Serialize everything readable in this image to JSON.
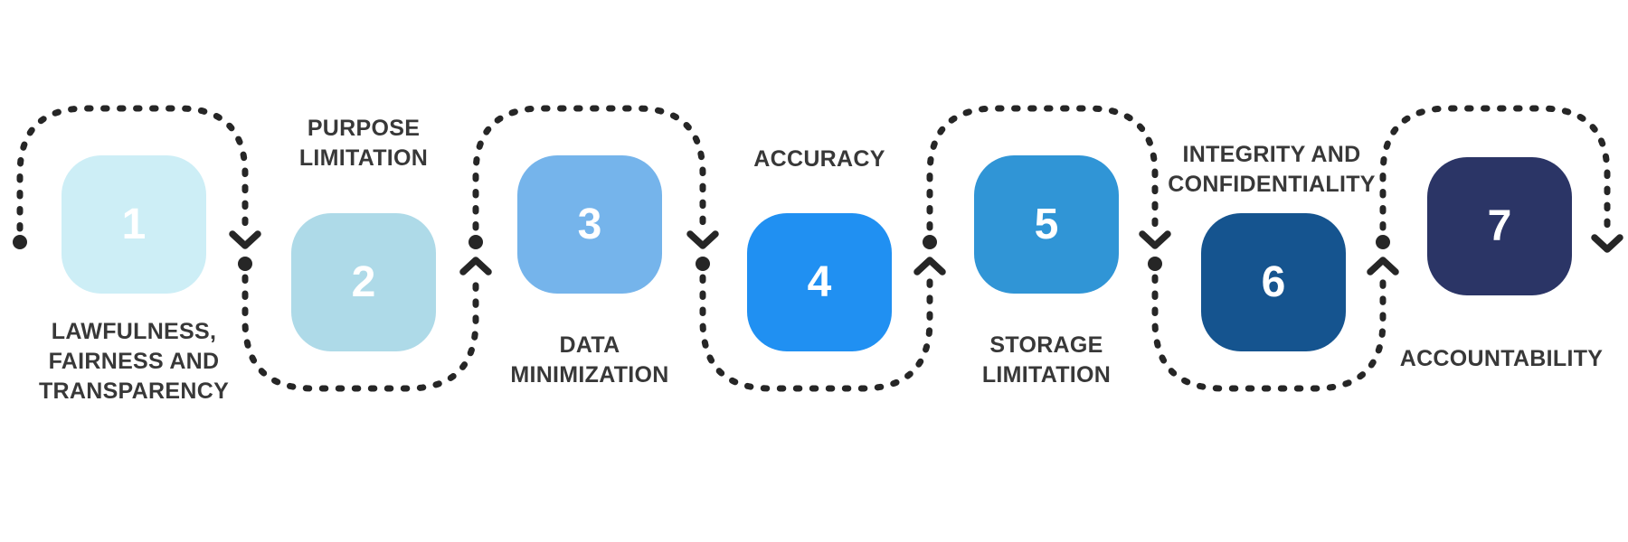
{
  "diagram": {
    "title": "Seven numbered principles flow",
    "path_color": "#262626",
    "label_color": "#383838",
    "number_color": "#ffffff",
    "steps": [
      {
        "number": "1",
        "color": "#cdeef6",
        "label": "LAWFULNESS, FAIRNESS AND TRANSPARENCY",
        "label_position": "below",
        "label_lines": [
          "LAWFULNESS,",
          "FAIRNESS AND",
          "TRANSPARENCY"
        ]
      },
      {
        "number": "2",
        "color": "#aedae8",
        "label": "PURPOSE LIMITATION",
        "label_position": "above",
        "label_lines": [
          "PURPOSE",
          "LIMITATION"
        ]
      },
      {
        "number": "3",
        "color": "#75b4eb",
        "label": "DATA MINIMIZATION",
        "label_position": "below",
        "label_lines": [
          "DATA",
          "MINIMIZATION"
        ]
      },
      {
        "number": "4",
        "color": "#2090f2",
        "label": "ACCURACY",
        "label_position": "above",
        "label_lines": [
          "ACCURACY"
        ]
      },
      {
        "number": "5",
        "color": "#3095d6",
        "label": "STORAGE LIMITATION",
        "label_position": "below",
        "label_lines": [
          "STORAGE",
          "LIMITATION"
        ]
      },
      {
        "number": "6",
        "color": "#15548f",
        "label": "INTEGRITY AND CONFIDENTIALITY",
        "label_position": "above",
        "label_lines": [
          "INTEGRITY AND",
          "CONFIDENTIALITY"
        ]
      },
      {
        "number": "7",
        "color": "#2b3566",
        "label": "ACCOUNTABILITY",
        "label_position": "below",
        "label_lines": [
          "ACCOUNTABILITY"
        ]
      }
    ]
  }
}
